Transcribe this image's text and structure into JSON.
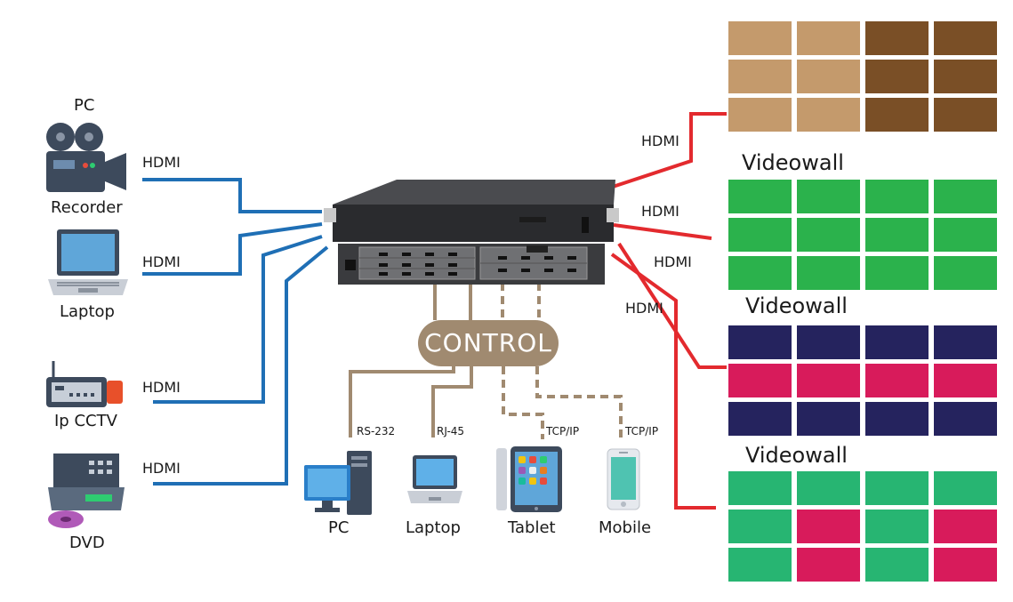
{
  "colors": {
    "blue": "#1f6fb5",
    "red": "#e32a2e",
    "tan": "#a08a70",
    "tan_light": "#c49a6c",
    "brown": "#7a4f26",
    "green": "#2bb24c",
    "teal": "#27b572",
    "navy": "#25235e",
    "pink": "#d81b5b"
  },
  "sources": [
    {
      "label": "PC",
      "sublabel": "Recorder",
      "icon": "video-camera-icon"
    },
    {
      "label": "Laptop",
      "icon": "laptop-icon"
    },
    {
      "label": "Ip CCTV",
      "icon": "cctv-receiver-icon"
    },
    {
      "label": "DVD",
      "icon": "dvd-player-icon"
    }
  ],
  "input_links": [
    "HDMI",
    "HDMI",
    "HDMI",
    "HDMI"
  ],
  "output_links": [
    "HDMI",
    "HDMI",
    "HDMI",
    "HDMI"
  ],
  "control": {
    "label": "CONTROL",
    "links": [
      "RS-232",
      "RJ-45",
      "TCP/IP",
      "TCP/IP"
    ],
    "devices": [
      {
        "label": "PC",
        "icon": "desktop-pc-icon"
      },
      {
        "label": "Laptop",
        "icon": "laptop-icon"
      },
      {
        "label": "Tablet",
        "icon": "tablet-icon"
      },
      {
        "label": "Mobile",
        "icon": "mobile-icon"
      }
    ]
  },
  "videowalls": [
    {
      "label": "",
      "pattern": [
        "tan_light",
        "tan_light",
        "brown",
        "brown",
        "tan_light",
        "tan_light",
        "brown",
        "brown",
        "tan_light",
        "tan_light",
        "brown",
        "brown"
      ]
    },
    {
      "label": "Videowall",
      "pattern": [
        "green",
        "green",
        "green",
        "green",
        "green",
        "green",
        "green",
        "green",
        "green",
        "green",
        "green",
        "green"
      ]
    },
    {
      "label": "Videowall",
      "pattern": [
        "navy",
        "navy",
        "navy",
        "navy",
        "pink",
        "pink",
        "pink",
        "pink",
        "navy",
        "navy",
        "navy",
        "navy"
      ]
    },
    {
      "label": "Videowall",
      "pattern": [
        "teal",
        "teal",
        "teal",
        "teal",
        "teal",
        "pink",
        "teal",
        "pink",
        "teal",
        "pink",
        "teal",
        "pink"
      ]
    }
  ]
}
